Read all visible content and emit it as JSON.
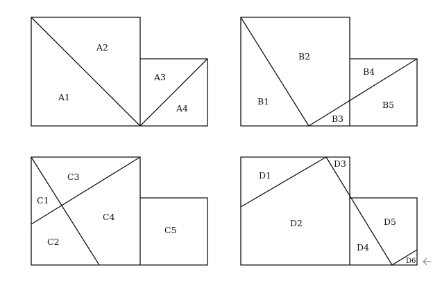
{
  "panels": {
    "a": {
      "regions": [
        "A1",
        "A2",
        "A3",
        "A4"
      ]
    },
    "b": {
      "regions": [
        "B1",
        "B2",
        "B3",
        "B4",
        "B5"
      ]
    },
    "c": {
      "regions": [
        "C1",
        "C2",
        "C3",
        "C4",
        "C5"
      ]
    },
    "d": {
      "regions": [
        "D1",
        "D2",
        "D3",
        "D4",
        "D5",
        "D6"
      ]
    }
  },
  "corner_icon": "arrow-left-icon"
}
